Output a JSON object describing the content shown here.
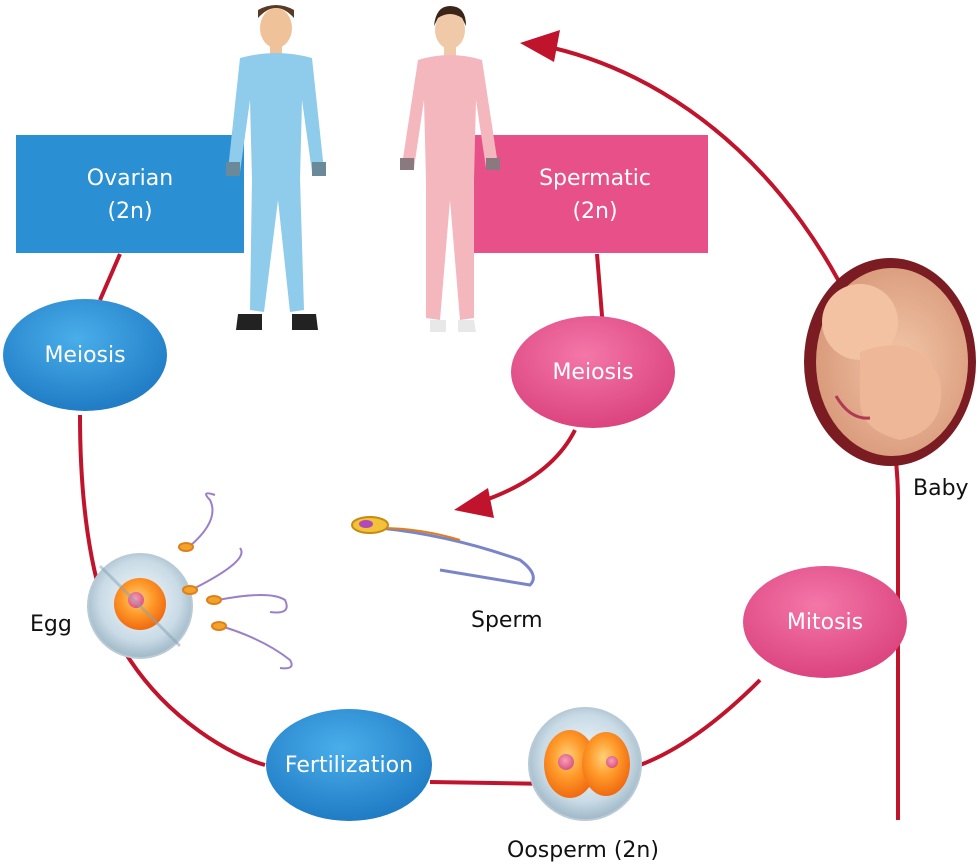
{
  "colors": {
    "cycle_line": "#c0142c",
    "blue": "#2b8fd4",
    "pink": "#e8508a"
  },
  "parents": {
    "left_box": {
      "line1": "Ovarian",
      "line2": "(2n)"
    },
    "right_box": {
      "line1": "Spermatic",
      "line2": "(2n)"
    }
  },
  "stages": {
    "meiosis_left": "Meiosis",
    "meiosis_right": "Meiosis",
    "fertilization": "Fertilization",
    "mitosis": "Mitosis"
  },
  "captions": {
    "egg": "Egg",
    "sperm": "Sperm",
    "oosperm": "Oosperm (2n)",
    "baby": "Baby"
  },
  "icons": [
    "man-figure",
    "woman-figure",
    "egg-cell-icon",
    "sperm-icon",
    "zygote-icon",
    "fetus-icon"
  ]
}
